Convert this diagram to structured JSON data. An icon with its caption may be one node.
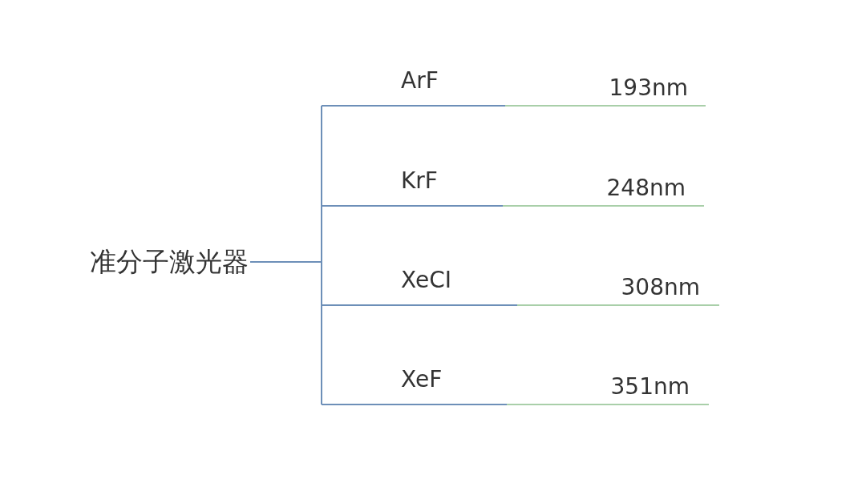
{
  "diagram": {
    "nodes": [
      {
        "text": [
          "准分子激光器"
        ]
      },
      {
        "text": [
          "ArF"
        ]
      },
      {
        "text": [
          "KrF"
        ]
      },
      {
        "text": [
          "XeCI"
        ]
      },
      {
        "text": [
          "XeF"
        ]
      }
    ],
    "edges": [
      {
        "from": 0,
        "to": 1,
        "arrow": "none"
      },
      {
        "from": 0,
        "to": 2,
        "arrow": "none"
      },
      {
        "from": 0,
        "to": 3,
        "arrow": "none"
      },
      {
        "from": 0,
        "to": 4,
        "arrow": "none"
      }
    ],
    "labels": [
      "193nm",
      "248nm",
      "308nm",
      "351nm"
    ]
  }
}
